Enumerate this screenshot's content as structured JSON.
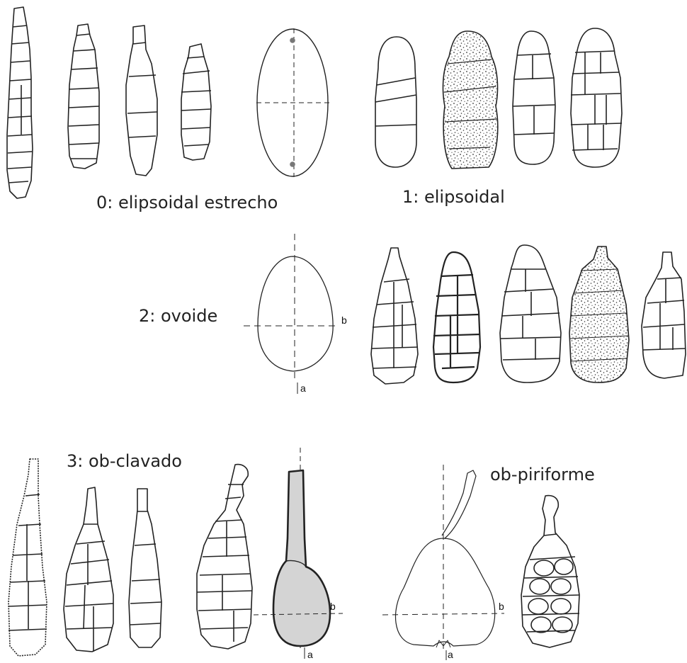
{
  "title": "",
  "categories": [
    {
      "label": "0: elipsoidal estrecho"
    },
    {
      "label": "1: elipsoidal"
    },
    {
      "label": "2: ovoide"
    },
    {
      "label": "3: ob-clavado"
    },
    {
      "label": "ob-piriforme"
    }
  ],
  "axis_letters": {
    "ovoid_b": "b",
    "ovoid_a": "a",
    "clava_b": "b",
    "clava_a": "a",
    "pear_b": "b",
    "pear_a": "a"
  },
  "colors": {
    "ink": "#222222",
    "stipple": "#333333",
    "club_fill": "#d4d4d4",
    "dot": "#777777"
  }
}
